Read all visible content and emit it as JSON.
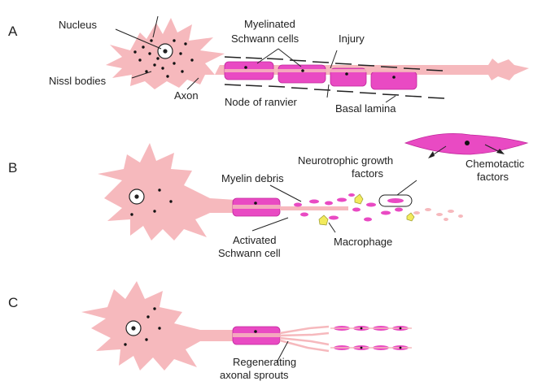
{
  "panels": {
    "a": {
      "letter": "A",
      "labels": {
        "nucleus": "Nucleus",
        "nissl": "Nissl bodies",
        "axon": "Axon",
        "schwann_line1": "Myelinated",
        "schwann_line2": "Schwann cells",
        "injury": "Injury",
        "node": "Node of ranvier",
        "basal": "Basal lamina"
      }
    },
    "b": {
      "letter": "B",
      "labels": {
        "myelin_debris": "Myelin debris",
        "activated_line1": "Activated",
        "activated_line2": "Schwann cell",
        "macrophage": "Macrophage",
        "neurotrophic_line1": "Neurotrophic growth",
        "neurotrophic_line2": "factors",
        "chemotactic_line1": "Chemotactic",
        "chemotactic_line2": "factors"
      }
    },
    "c": {
      "letter": "C",
      "labels": {
        "sprouts_line1": "Regenerating",
        "sprouts_line2": "axonal sprouts"
      }
    }
  },
  "colors": {
    "cell_body": "#f6b9bd",
    "schwann": "#e94ac3",
    "macrophage": "#f2ea5c",
    "line": "#222222"
  }
}
